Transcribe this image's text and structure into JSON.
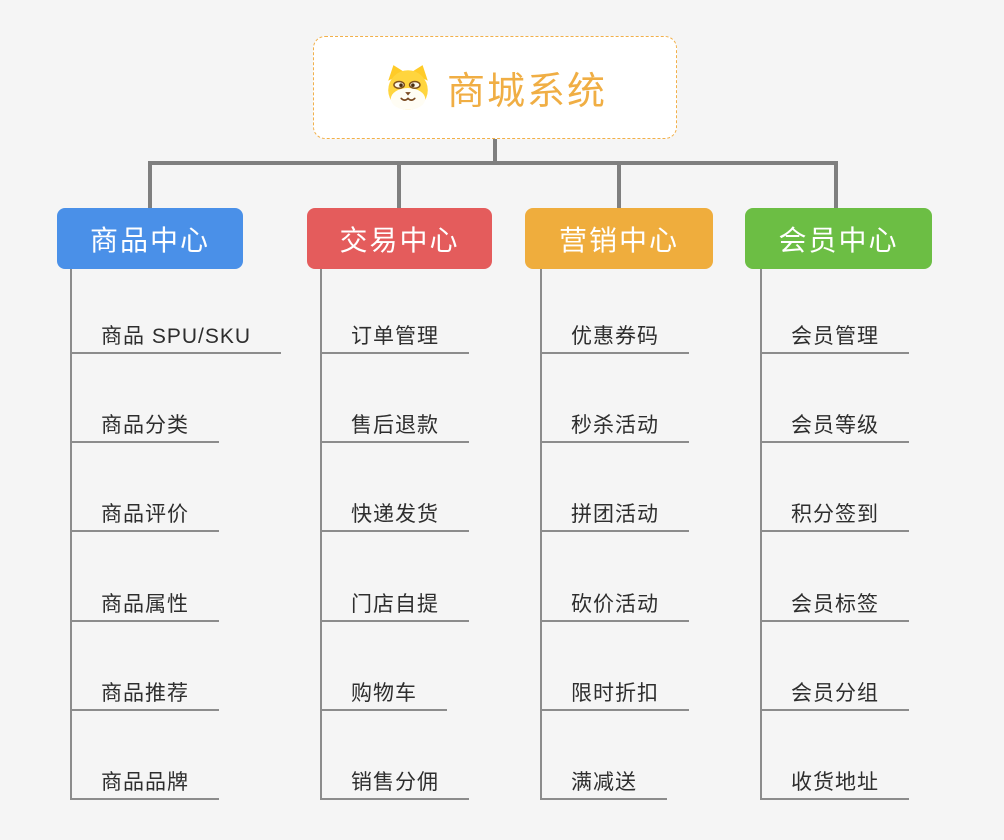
{
  "root": {
    "title": "商城系统",
    "icon": "dog-icon"
  },
  "branches": [
    {
      "label": "商品中心",
      "color": "#4A90E8",
      "items": [
        "商品 SPU/SKU",
        "商品分类",
        "商品评价",
        "商品属性",
        "商品推荐",
        "商品品牌"
      ]
    },
    {
      "label": "交易中心",
      "color": "#E45C5C",
      "items": [
        "订单管理",
        "售后退款",
        "快递发货",
        "门店自提",
        "购物车",
        "销售分佣"
      ]
    },
    {
      "label": "营销中心",
      "color": "#EFAD3D",
      "items": [
        "优惠券码",
        "秒杀活动",
        "拼团活动",
        "砍价活动",
        "限时折扣",
        "满减送"
      ]
    },
    {
      "label": "会员中心",
      "color": "#6CBE44",
      "items": [
        "会员管理",
        "会员等级",
        "积分签到",
        "会员标签",
        "会员分组",
        "收货地址"
      ]
    }
  ],
  "colors": {
    "background": "#F5F5F5",
    "connector": "#7F7F7F",
    "underline": "#8C8C8C",
    "item_text": "#2E2E2E",
    "root_accent": "#F0AE44",
    "root_border": "#F2B04A"
  }
}
